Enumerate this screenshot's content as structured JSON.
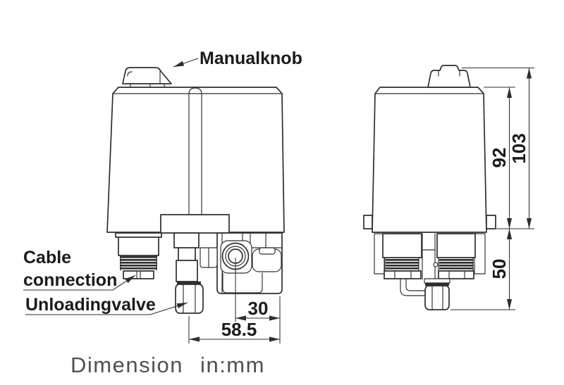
{
  "drawing": {
    "labels": {
      "manual_knob": "Manualknob",
      "cable_connection_line1": "Cable",
      "cable_connection_line2": "connection",
      "unloading_valve": "Unloadingvalve"
    },
    "dimensions": {
      "port_center_to_edge": "30",
      "valve_center_to_edge": "58.5",
      "body_height": "92",
      "total_height": "103",
      "base_height": "50"
    },
    "footer_note": "Dimension in:mm",
    "colors": {
      "line_color": "#2e2e2e",
      "label_color": "#1b1b1b",
      "footer_color": "#4b5157",
      "background": "#ffffff"
    }
  }
}
